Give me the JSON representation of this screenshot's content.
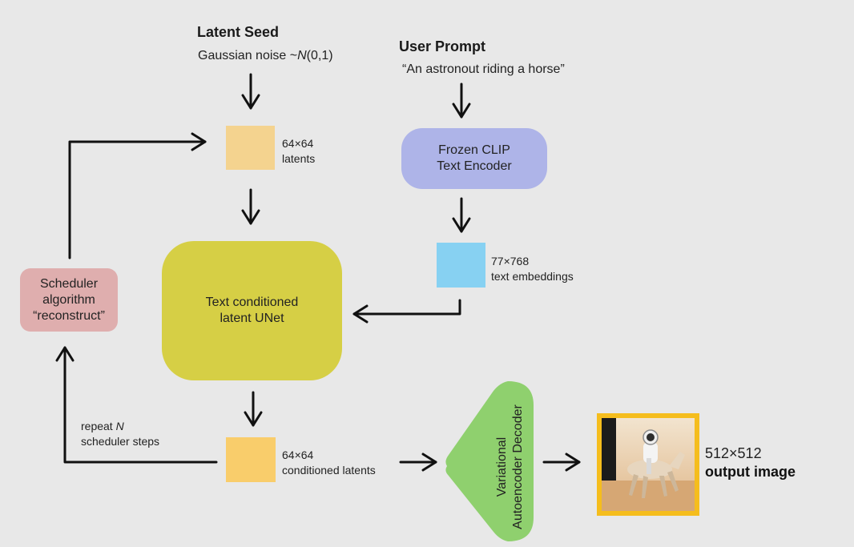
{
  "latent_seed": {
    "title": "Latent Seed",
    "subtitle_prefix": "Gaussian noise ~",
    "subtitle_N": "N",
    "subtitle_suffix": "(0,1)"
  },
  "user_prompt": {
    "title": "User Prompt",
    "text": "“An astronout riding a horse”"
  },
  "latents": {
    "line1": "64×64",
    "line2": "latents"
  },
  "clip": {
    "line1": "Frozen CLIP",
    "line2": "Text Encoder"
  },
  "embeddings": {
    "line1": "77×768",
    "line2": "text embeddings"
  },
  "unet": {
    "line1": "Text conditioned",
    "line2": "latent UNet"
  },
  "scheduler": {
    "line1": "Scheduler",
    "line2": "algorithm",
    "line3": "“reconstruct”"
  },
  "repeat": {
    "prefix": "repeat ",
    "N": "N",
    "line2": "scheduler steps"
  },
  "conditioned": {
    "line1": "64×64",
    "line2": "conditioned latents"
  },
  "vae": {
    "line1": "Variational",
    "line2": "Autoencoder Decoder"
  },
  "output": {
    "line1": "512×512",
    "line2": "output image"
  },
  "colors": {
    "background": "#e8e8e8",
    "latent_square": "#f4d38f",
    "conditioned_square": "#f9cd6b",
    "clip_box": "#aeb4e8",
    "embedding_square": "#87d1f2",
    "unet_box": "#d6cf45",
    "scheduler_box": "#dfaeae",
    "vae_shape": "#8fd06e",
    "output_frame": "#f5bd1d"
  }
}
